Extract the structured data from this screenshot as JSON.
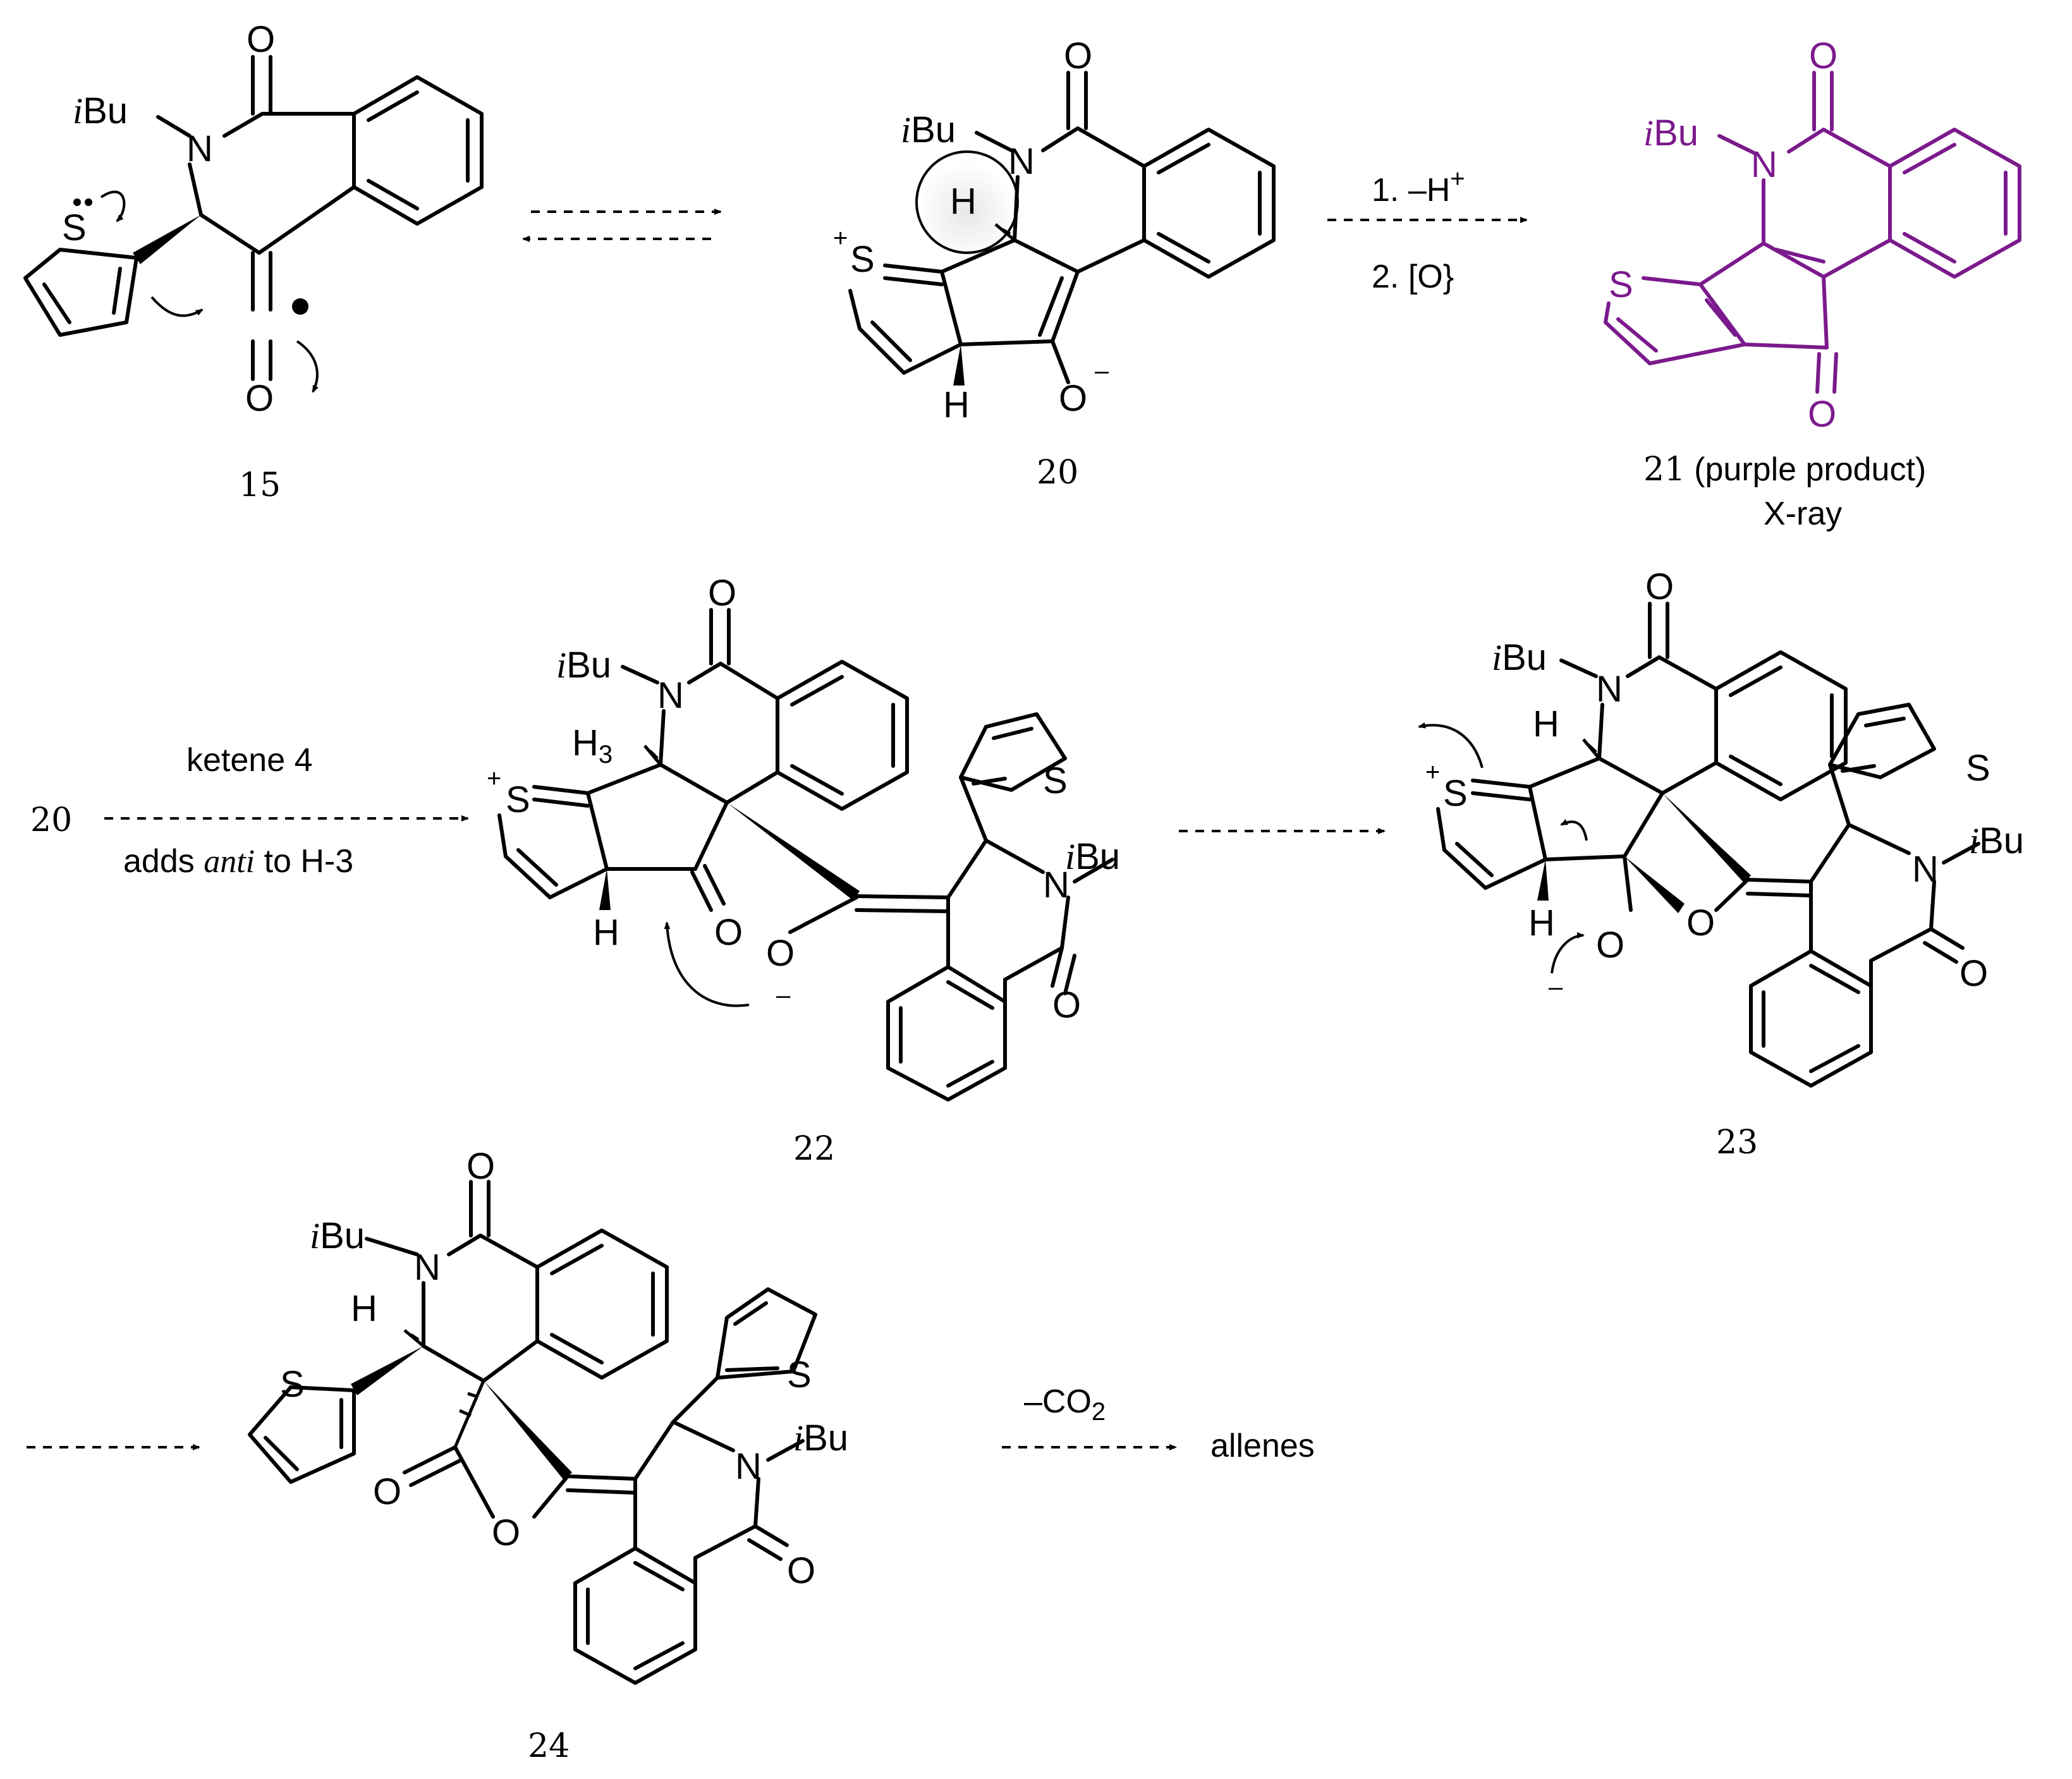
{
  "labels": {
    "ibu": "i",
    "ibu_tail": "Bu",
    "nitrogen": "N",
    "oxygen": "O",
    "sulfur": "S",
    "hydrogen": "H",
    "h3": "H",
    "h3_sub": "3",
    "plus": "+",
    "minus": "–"
  },
  "compounds": {
    "c15": "15",
    "c20": "20",
    "c21": "21",
    "c21_note": "(purple product)",
    "c21_xray": "X-ray",
    "c22": "22",
    "c23": "23",
    "c24": "24",
    "c20_start": "20"
  },
  "conditions": {
    "step1_top": "1. –H",
    "step1_top_sup": "+",
    "step1_bottom": "2. [O}",
    "ketene_top": "ketene 4",
    "ketene_bottom_pre": "adds ",
    "ketene_bottom_anti": "anti",
    "ketene_bottom_post": " to H-3",
    "decarb_pre": "–CO",
    "decarb_sub": "2",
    "product": "allenes"
  },
  "colors": {
    "ink": "#000000",
    "product_purple": "#7b1a8c"
  }
}
